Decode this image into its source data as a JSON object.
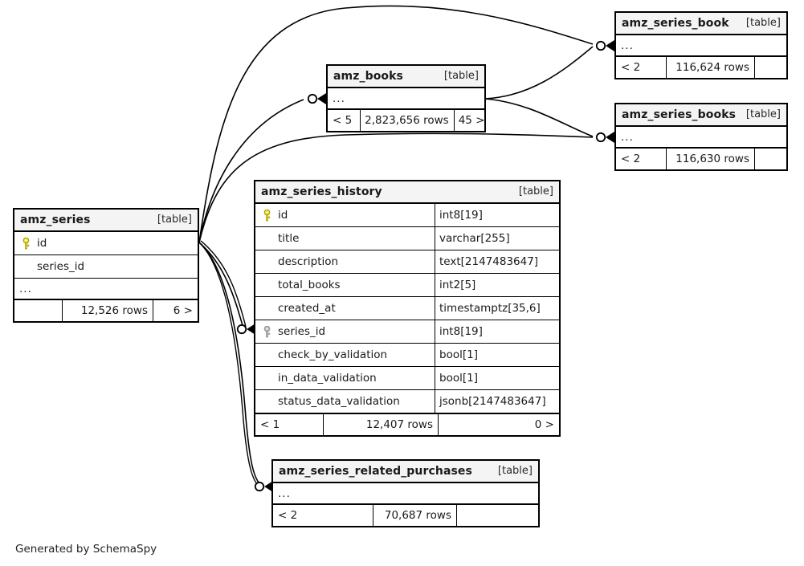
{
  "diagram": {
    "title": "amz_series_history",
    "credit": "Generated by SchemaSpy",
    "table_tag": "[table]",
    "ellipsis": "...",
    "colors": {
      "primary_key": "#f2e11c",
      "foreign_key": "#b3b3b3",
      "header_bg": "#f4f4f4",
      "border": "#000000",
      "text": "#1a1a1a",
      "background": "#ffffff"
    }
  },
  "tables": {
    "amz_series_book": {
      "name": "amz_series_book",
      "tag": "[table]",
      "ellipsis": "...",
      "footer": {
        "left": "< 2",
        "middle": "116,624 rows",
        "right": ""
      }
    },
    "amz_books": {
      "name": "amz_books",
      "tag": "[table]",
      "ellipsis": "...",
      "footer": {
        "left": "< 5",
        "middle": "2,823,656 rows",
        "right": "45 >"
      }
    },
    "amz_series_books": {
      "name": "amz_series_books",
      "tag": "[table]",
      "ellipsis": "...",
      "footer": {
        "left": "< 2",
        "middle": "116,630 rows",
        "right": ""
      }
    },
    "amz_series": {
      "name": "amz_series",
      "tag": "[table]",
      "ellipsis": "...",
      "columns": [
        {
          "name": "id",
          "key": "primary"
        },
        {
          "name": "series_id",
          "key": "none"
        }
      ],
      "footer": {
        "left": "",
        "middle": "12,526 rows",
        "right": "6 >"
      }
    },
    "amz_series_history": {
      "name": "amz_series_history",
      "tag": "[table]",
      "columns": [
        {
          "name": "id",
          "type": "int8[19]",
          "key": "primary"
        },
        {
          "name": "title",
          "type": "varchar[255]",
          "key": "none"
        },
        {
          "name": "description",
          "type": "text[2147483647]",
          "key": "none"
        },
        {
          "name": "total_books",
          "type": "int2[5]",
          "key": "none"
        },
        {
          "name": "created_at",
          "type": "timestamptz[35,6]",
          "key": "none"
        },
        {
          "name": "series_id",
          "type": "int8[19]",
          "key": "foreign"
        },
        {
          "name": "check_by_validation",
          "type": "bool[1]",
          "key": "none"
        },
        {
          "name": "in_data_validation",
          "type": "bool[1]",
          "key": "none"
        },
        {
          "name": "status_data_validation",
          "type": "jsonb[2147483647]",
          "key": "none"
        }
      ],
      "footer": {
        "left": "< 1",
        "middle": "12,407 rows",
        "right": "0 >"
      }
    },
    "amz_series_related_purchases": {
      "name": "amz_series_related_purchases",
      "tag": "[table]",
      "ellipsis": "...",
      "footer": {
        "left": "< 2",
        "middle": "70,687 rows",
        "right": ""
      }
    }
  },
  "relationships": [
    {
      "from": "amz_series",
      "to": "amz_series_book",
      "cardinality": "zero-or-many"
    },
    {
      "from": "amz_series",
      "to": "amz_books",
      "cardinality": "zero-or-many"
    },
    {
      "from": "amz_series",
      "to": "amz_series_books",
      "cardinality": "zero-or-many"
    },
    {
      "from": "amz_series",
      "to": "amz_series_history",
      "cardinality": "zero-or-many"
    },
    {
      "from": "amz_series",
      "to": "amz_series_related_purchases",
      "cardinality": "zero-or-many"
    },
    {
      "from": "amz_books",
      "to": "amz_series_book",
      "cardinality": "zero-or-many"
    },
    {
      "from": "amz_books",
      "to": "amz_series_books",
      "cardinality": "zero-or-many"
    }
  ]
}
